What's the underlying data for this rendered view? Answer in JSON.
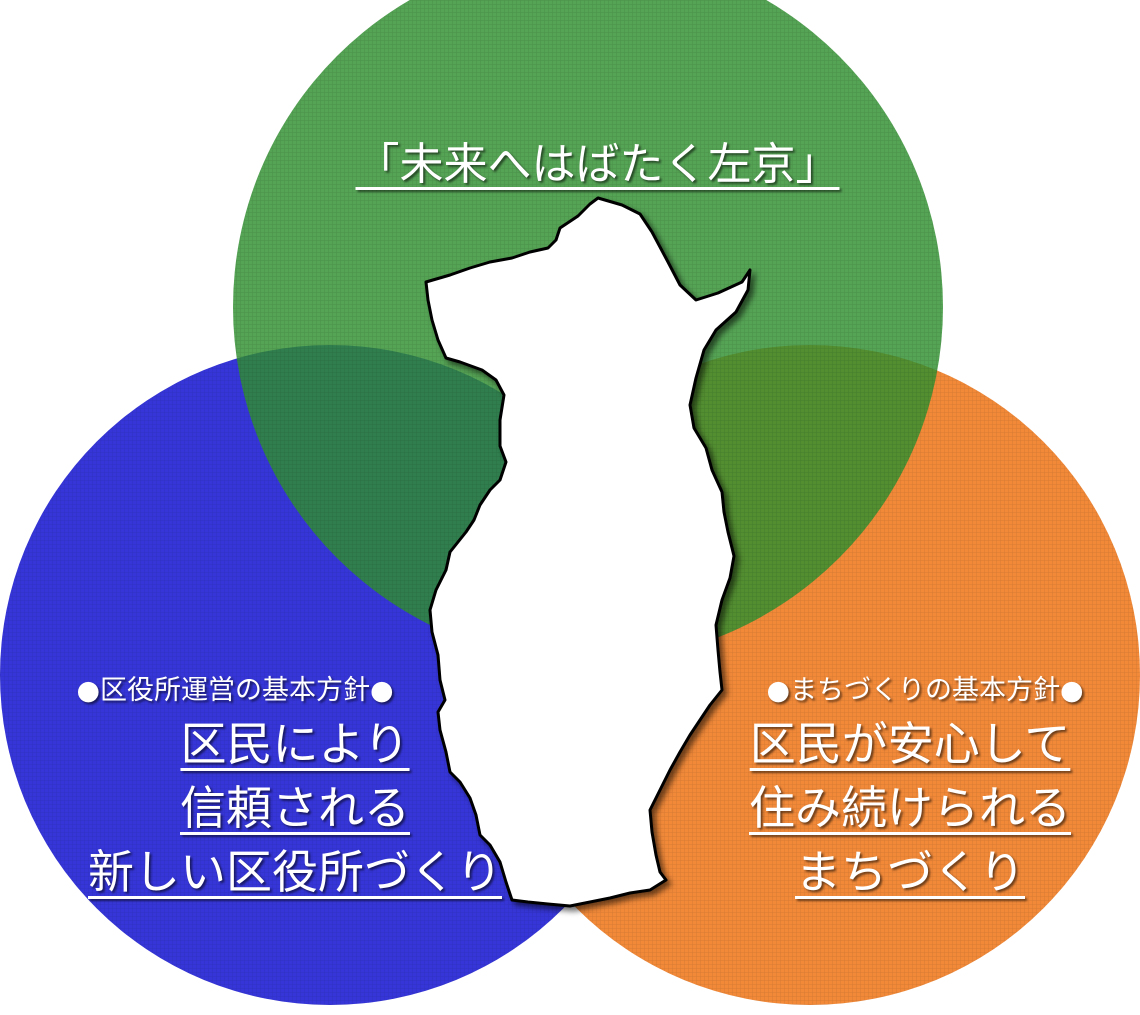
{
  "colors": {
    "top_circle": "#2f8f2f",
    "left_circle": "#2b2bd6",
    "right_circle": "#f07f28",
    "map_fill": "#ffffff",
    "map_outline": "#000000",
    "text": "#ffffff"
  },
  "top": {
    "slogan": "「未来へはばたく左京」"
  },
  "left": {
    "heading": "●区役所運営の基本方針●",
    "lines": [
      "区民により",
      "信頼される",
      "新しい区役所づくり"
    ]
  },
  "right": {
    "heading": "●まちづくりの基本方針●",
    "lines": [
      "区民が安心して",
      "住み続けられる",
      "まちづくり"
    ]
  },
  "icons": {
    "map": "sakyo-ward-map-silhouette"
  }
}
